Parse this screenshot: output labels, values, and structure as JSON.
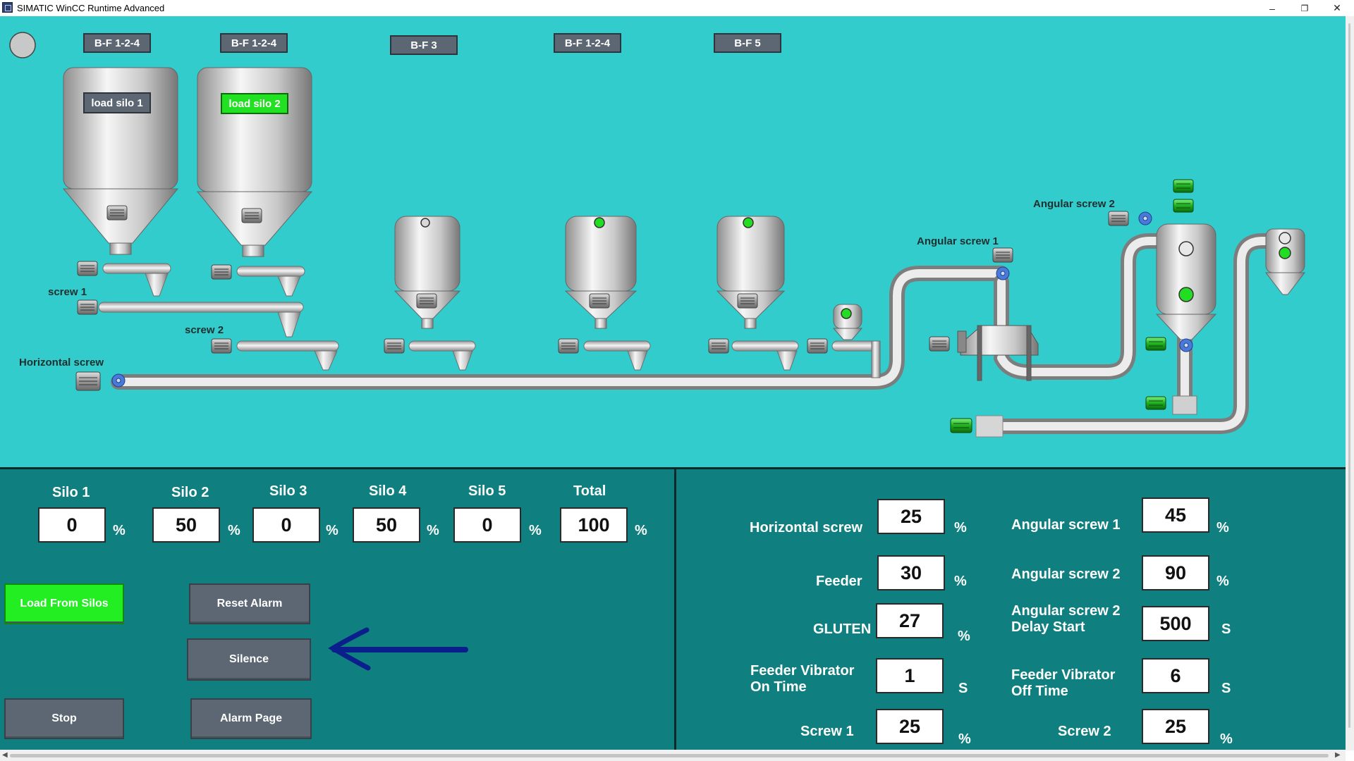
{
  "window": {
    "title": "SIMATIC WinCC Runtime Advanced",
    "minimize": "–",
    "restore": "❐",
    "close": "✕"
  },
  "process": {
    "bf_buttons": [
      "B-F 1-2-4",
      "B-F 1-2-4",
      "B-F 3",
      "B-F 1-2-4",
      "B-F 5"
    ],
    "silo_buttons": [
      "load silo 1",
      "load silo 2"
    ],
    "labels": {
      "screw1": "screw 1",
      "screw2": "screw 2",
      "horizontal_screw": "Horizontal screw",
      "angular_screw1": "Angular screw 1",
      "angular_screw2": "Angular screw 2"
    },
    "colors": {
      "background": "#33cccc",
      "active": "#22e022",
      "inactive": "#5c6773"
    }
  },
  "silos": {
    "headers": [
      "Silo 1",
      "Silo 2",
      "Silo 3",
      "Silo 4",
      "Silo 5",
      "Total"
    ],
    "values": [
      "0",
      "50",
      "0",
      "50",
      "0",
      "100"
    ],
    "unit": "%"
  },
  "controls": {
    "load_from_silos": "Load From Silos",
    "reset_alarm": "Reset Alarm",
    "silence": "Silence",
    "stop": "Stop",
    "alarm_page": "Alarm Page"
  },
  "settings": {
    "horizontal_screw": {
      "label": "Horizontal screw",
      "value": "25",
      "unit": "%"
    },
    "feeder": {
      "label": "Feeder",
      "value": "30",
      "unit": "%"
    },
    "gluten": {
      "label": "GLUTEN",
      "value": "27",
      "unit": "%"
    },
    "feeder_vib_on": {
      "label1": "Feeder Vibrator",
      "label2": "On Time",
      "value": "1",
      "unit": "S"
    },
    "screw1": {
      "label": "Screw 1",
      "value": "25",
      "unit": "%"
    },
    "angular_screw1": {
      "label": "Angular screw 1",
      "value": "45",
      "unit": "%"
    },
    "angular_screw2": {
      "label": "Angular screw 2",
      "value": "90",
      "unit": "%"
    },
    "angular_delay": {
      "label1": "Angular screw 2",
      "label2": "Delay Start",
      "value": "500",
      "unit": "S"
    },
    "feeder_vib_off": {
      "label1": "Feeder Vibrator",
      "label2": "Off Time",
      "value": "6",
      "unit": "S"
    },
    "screw2": {
      "label": "Screw 2",
      "value": "25",
      "unit": "%"
    }
  }
}
